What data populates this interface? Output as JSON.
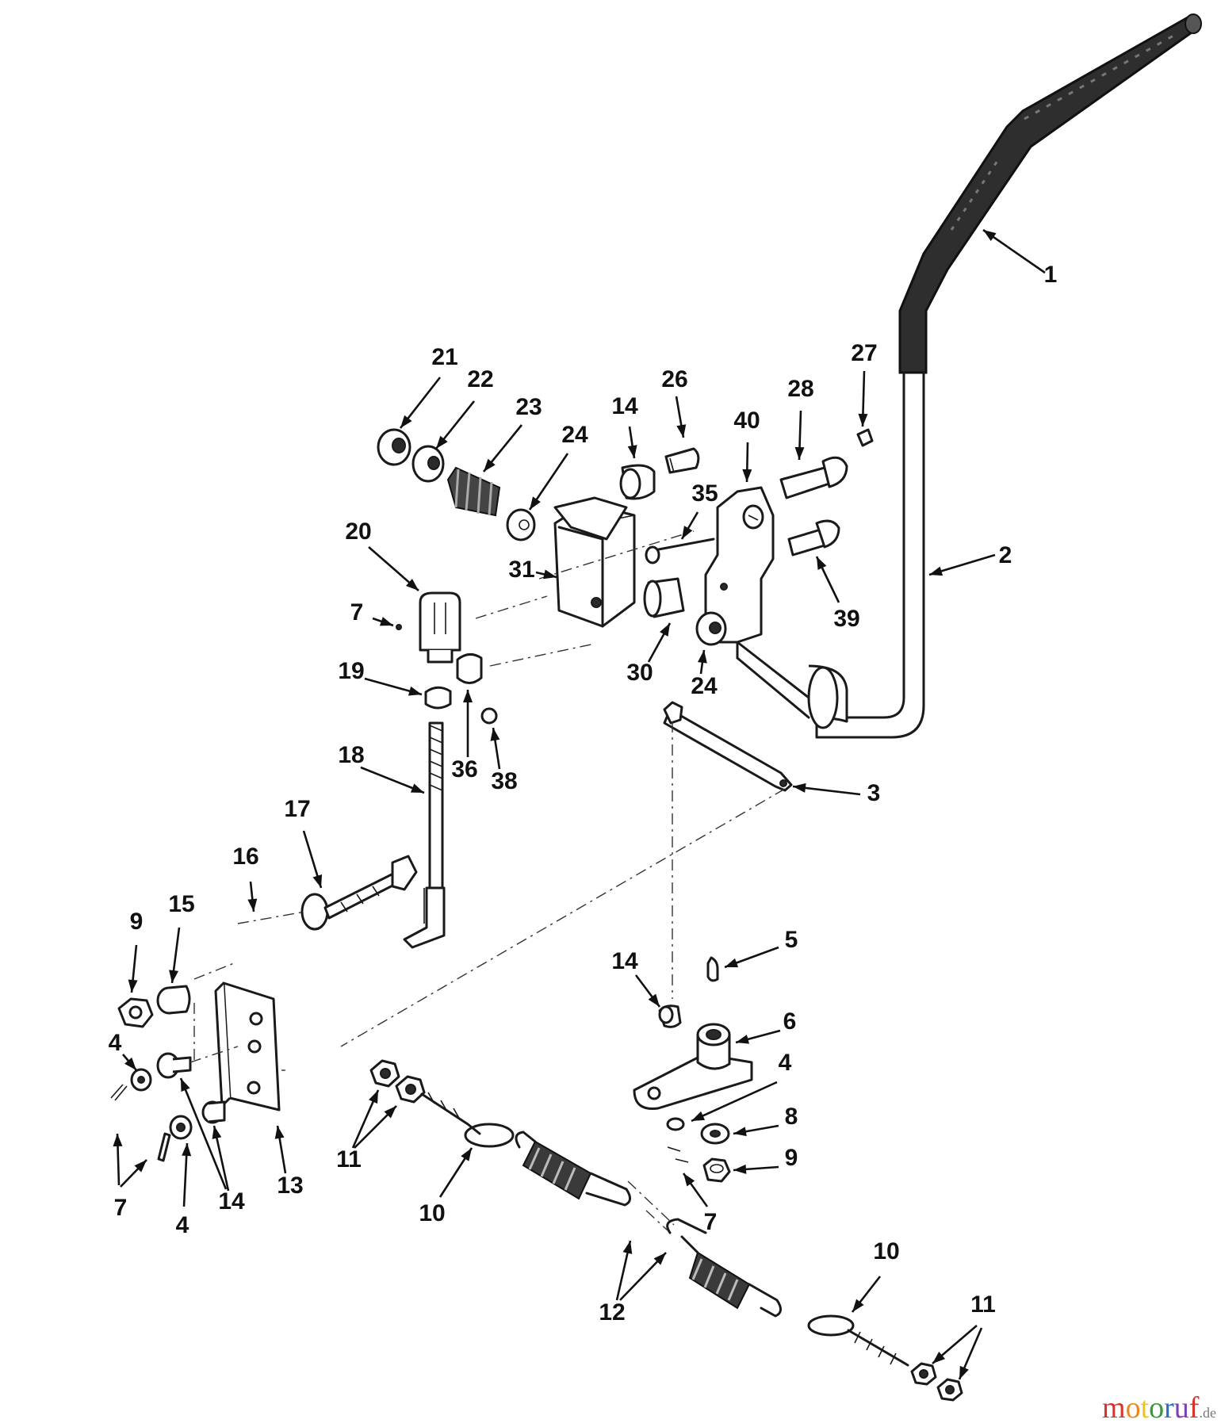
{
  "labels": [
    {
      "id": "l1",
      "text": "1"
    },
    {
      "id": "l2",
      "text": "2"
    },
    {
      "id": "l3",
      "text": "3"
    },
    {
      "id": "l4a",
      "text": "4"
    },
    {
      "id": "l4b",
      "text": "4"
    },
    {
      "id": "l4c",
      "text": "4"
    },
    {
      "id": "l5",
      "text": "5"
    },
    {
      "id": "l6",
      "text": "6"
    },
    {
      "id": "l7a",
      "text": "7"
    },
    {
      "id": "l7b",
      "text": "7"
    },
    {
      "id": "l7c",
      "text": "7"
    },
    {
      "id": "l8",
      "text": "8"
    },
    {
      "id": "l9a",
      "text": "9"
    },
    {
      "id": "l9b",
      "text": "9"
    },
    {
      "id": "l10a",
      "text": "10"
    },
    {
      "id": "l10b",
      "text": "10"
    },
    {
      "id": "l11a",
      "text": "11"
    },
    {
      "id": "l11b",
      "text": "11"
    },
    {
      "id": "l12",
      "text": "12"
    },
    {
      "id": "l13",
      "text": "13"
    },
    {
      "id": "l14a",
      "text": "14"
    },
    {
      "id": "l14b",
      "text": "14"
    },
    {
      "id": "l14c",
      "text": "14"
    },
    {
      "id": "l15",
      "text": "15"
    },
    {
      "id": "l16",
      "text": "16"
    },
    {
      "id": "l17",
      "text": "17"
    },
    {
      "id": "l18",
      "text": "18"
    },
    {
      "id": "l19",
      "text": "19"
    },
    {
      "id": "l20",
      "text": "20"
    },
    {
      "id": "l21",
      "text": "21"
    },
    {
      "id": "l22",
      "text": "22"
    },
    {
      "id": "l23",
      "text": "23"
    },
    {
      "id": "l24a",
      "text": "24"
    },
    {
      "id": "l24b",
      "text": "24"
    },
    {
      "id": "l26",
      "text": "26"
    },
    {
      "id": "l27",
      "text": "27"
    },
    {
      "id": "l28",
      "text": "28"
    },
    {
      "id": "l30",
      "text": "30"
    },
    {
      "id": "l31",
      "text": "31"
    },
    {
      "id": "l35",
      "text": "35"
    },
    {
      "id": "l36",
      "text": "36"
    },
    {
      "id": "l38",
      "text": "38"
    },
    {
      "id": "l39",
      "text": "39"
    },
    {
      "id": "l40",
      "text": "40"
    }
  ],
  "watermark": {
    "main": "motoruf",
    "suffix": ".de",
    "colors": [
      "#d9342b",
      "#e98a1e",
      "#f2c21b",
      "#3a9a3a",
      "#2b6fc4",
      "#7a3fb0",
      "#d9342b"
    ]
  }
}
